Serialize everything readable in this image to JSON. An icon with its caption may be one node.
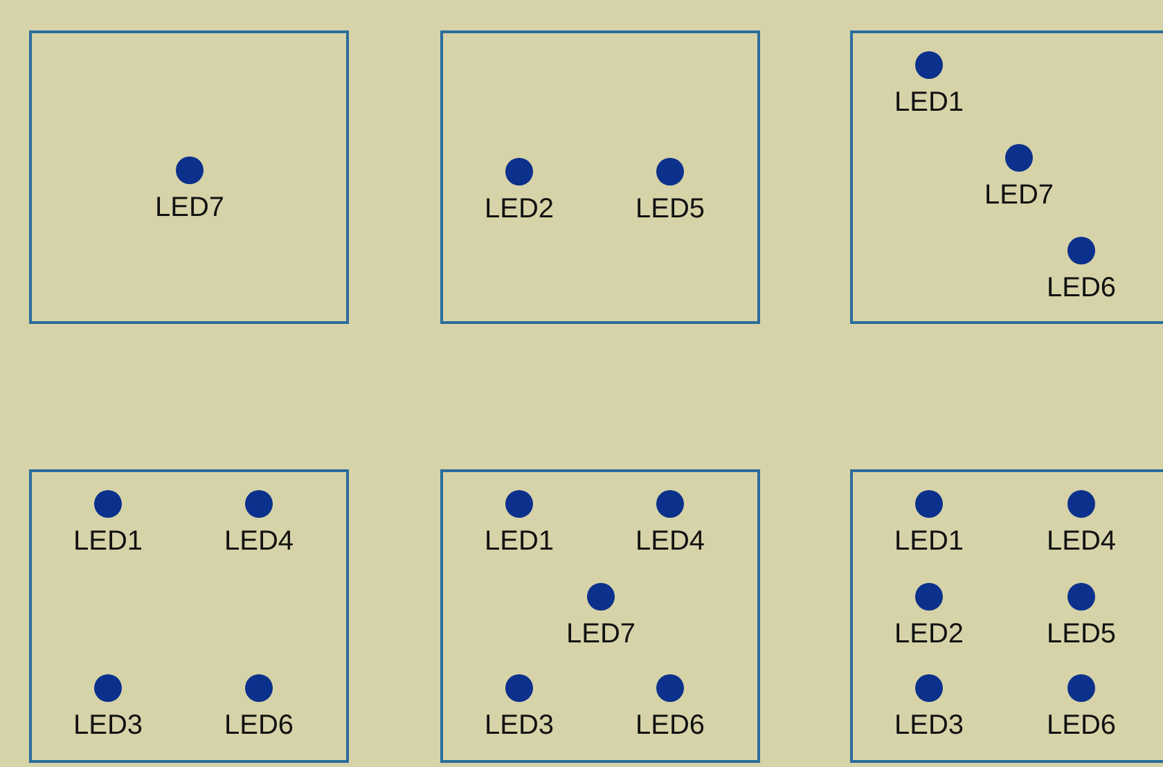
{
  "diagram": {
    "nodes": [
      {
        "text": [],
        "shape": "box"
      },
      {
        "text": [
          "LED7"
        ],
        "in": 0
      },
      {
        "text": [],
        "shape": "box"
      },
      {
        "text": [
          "LED2"
        ],
        "in": 2
      },
      {
        "text": [
          "LED5"
        ],
        "in": 2
      },
      {
        "text": [],
        "shape": "box"
      },
      {
        "text": [
          "LED1"
        ],
        "in": 5
      },
      {
        "text": [
          "LED7"
        ],
        "in": 5
      },
      {
        "text": [
          "LED6"
        ],
        "in": 5
      },
      {
        "text": [],
        "shape": "box"
      },
      {
        "text": [
          "LED1"
        ],
        "in": 9
      },
      {
        "text": [
          "LED4"
        ],
        "in": 9
      },
      {
        "text": [
          "LED3"
        ],
        "in": 9
      },
      {
        "text": [
          "LED6"
        ],
        "in": 9
      },
      {
        "text": [],
        "shape": "box"
      },
      {
        "text": [
          "LED1"
        ],
        "in": 14
      },
      {
        "text": [
          "LED4"
        ],
        "in": 14
      },
      {
        "text": [
          "LED7"
        ],
        "in": 14
      },
      {
        "text": [
          "LED3"
        ],
        "in": 14
      },
      {
        "text": [
          "LED6"
        ],
        "in": 14
      },
      {
        "text": [],
        "shape": "box"
      },
      {
        "text": [
          "LED1"
        ],
        "in": 20
      },
      {
        "text": [
          "LED4"
        ],
        "in": 20
      },
      {
        "text": [
          "LED2"
        ],
        "in": 20
      },
      {
        "text": [
          "LED5"
        ],
        "in": 20
      },
      {
        "text": [
          "LED3"
        ],
        "in": 20
      },
      {
        "text": [
          "LED6"
        ],
        "in": 20
      }
    ],
    "edges": []
  }
}
